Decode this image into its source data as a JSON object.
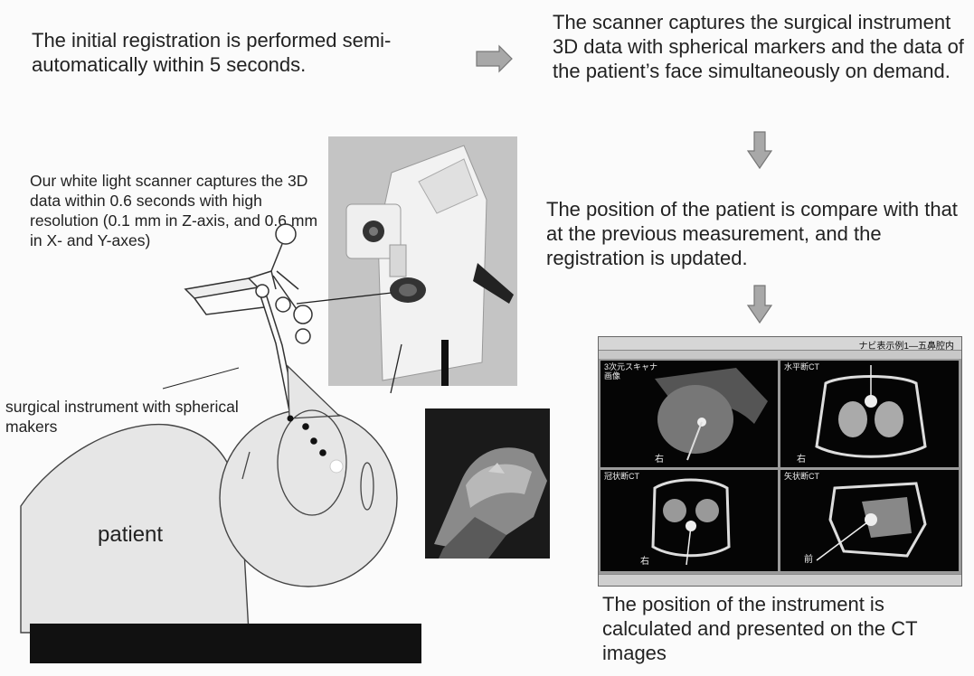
{
  "texts": {
    "registration": "The initial registration is performed semi-automatically within 5 seconds.",
    "scanner_capture": "The scanner captures the surgical instrument 3D data with spherical markers and the data of the patient’s face simultaneously on demand.",
    "scanner_spec": "Our white light scanner captures the 3D data within 0.6 seconds with high resolution (0.1 mm in Z-axis, and 0.6 mm in X- and Y-axes)",
    "position_compare": "The position of the patient is compare with that at the previous measurement, and the registration is updated.",
    "instrument_label": "surgical instrument with spherical makers",
    "patient_label": "patient",
    "ct_caption": "The position of the instrument is calculated and presented on the CT images"
  },
  "ct_screen": {
    "title": "ナビ表示例1—五鼻腔内",
    "panels": [
      {
        "label": "3次元スキャナ画像",
        "marker": "右"
      },
      {
        "label": "水平断CT",
        "marker": "右"
      },
      {
        "label": "冠状断CT",
        "marker": "右"
      },
      {
        "label": "矢状断CT",
        "marker": "前"
      }
    ]
  },
  "colors": {
    "arrow_fill": "#a8a8a8",
    "arrow_stroke": "#777777",
    "ground_bar": "#111111",
    "ct_background": "#050505"
  },
  "icons": {
    "right_arrow": "right-arrow-icon",
    "down_arrow": "down-arrow-icon"
  }
}
